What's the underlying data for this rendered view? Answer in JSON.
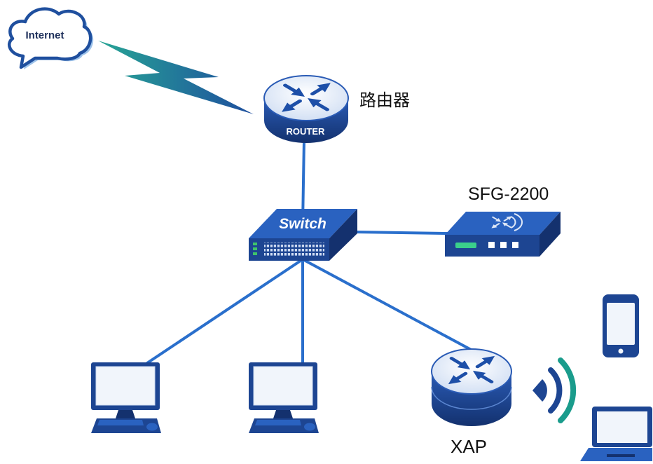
{
  "diagram": {
    "internet": {
      "label": "Internet",
      "icon": "cloud-icon"
    },
    "router": {
      "label": "ROUTER",
      "caption": "路由器",
      "icon": "router-icon"
    },
    "switch": {
      "label": "Switch",
      "icon": "switch-icon"
    },
    "sfg": {
      "caption": "SFG-2200",
      "icon": "security-gateway-icon"
    },
    "xap": {
      "caption": "XAP",
      "icon": "wireless-access-point-icon"
    },
    "clients": [
      {
        "icon": "desktop-computer-icon"
      },
      {
        "icon": "desktop-computer-icon"
      },
      {
        "icon": "smartphone-icon"
      },
      {
        "icon": "laptop-icon"
      }
    ],
    "wireless_icon": "wifi-signal-icon"
  },
  "colors": {
    "link": "#2a6fcc",
    "navy": "#1d4592",
    "deep": "#14316e",
    "blue": "#2a62c0",
    "teal": "#1a9c8c",
    "screen": "#f1f5fb"
  }
}
